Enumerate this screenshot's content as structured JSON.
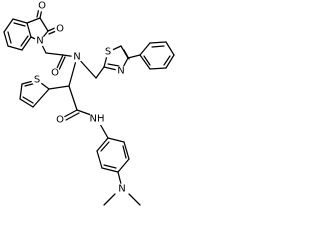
{
  "structure": {
    "bond_color": "#000000",
    "background_color": "#ffffff",
    "atom_labels": {
      "isatin_o_top": "O",
      "isatin_o_right": "O",
      "isatin_n": "N",
      "amide_o": "O",
      "central_n": "N",
      "thiazole_s": "S",
      "thiazole_n": "N",
      "thiophene_s": "S",
      "anilide_o": "O",
      "anilide_nh": "NH",
      "dimethyl_n": "N"
    }
  }
}
